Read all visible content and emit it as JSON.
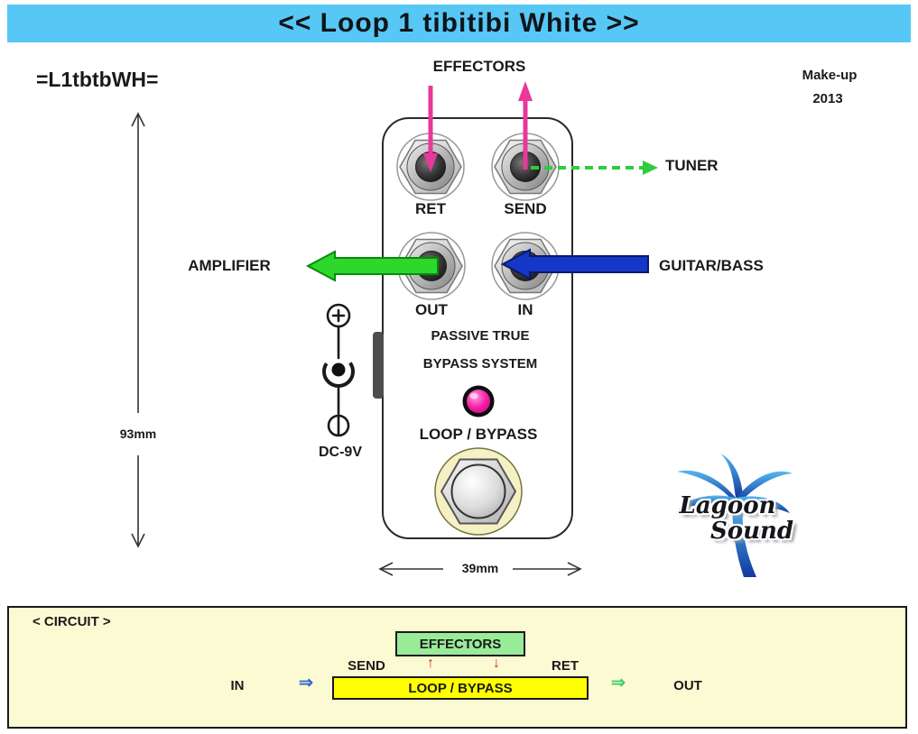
{
  "header": {
    "title": "<< Loop 1 tibitibi White >>"
  },
  "codes": {
    "model": "=L1tbtbWH=",
    "makeup": "Make-up",
    "year": "2013"
  },
  "labels": {
    "effectors": "EFFECTORS",
    "tuner": "TUNER",
    "amplifier": "AMPLIFIER",
    "guitar_bass": "GUITAR/BASS",
    "ret": "RET",
    "send": "SEND",
    "out": "OUT",
    "in": "IN",
    "passive1": "PASSIVE TRUE",
    "passive2": "BYPASS SYSTEM",
    "loop_bypass": "LOOP / BYPASS",
    "dc": "DC-9V"
  },
  "dimensions": {
    "height": "93mm",
    "width": "39mm"
  },
  "logo": {
    "word1": "Lagoon",
    "word2": "Sound"
  },
  "circuit": {
    "title": "< CIRCUIT >",
    "effectors": "EFFECTORS",
    "send": "SEND",
    "ret": "RET",
    "arrow_up": "↑",
    "arrow_down": "↓",
    "in": "IN",
    "out": "OUT",
    "loop_bypass": "LOOP / BYPASS",
    "arrow_in": "⇒",
    "arrow_out": "⇒"
  },
  "colors": {
    "banner": "#57c7f5",
    "ink": "#1a1a1a",
    "magenta": "#e8399a",
    "green-arrow": "#2bd82b",
    "green-arrow-edge": "#0a8a0a",
    "blue-arrow": "#1537c8",
    "blue-arrow-edge": "#0a1a66",
    "tuner-green": "#2ecc40",
    "led": "#f01ba6",
    "panel-bg": "#fbfad2",
    "effectors-box": "#98ec98",
    "loop-box": "#ffff00",
    "red-arrow": "#c3321c",
    "in-arrow": "#3366cc",
    "out-arrow": "#44cc66"
  }
}
